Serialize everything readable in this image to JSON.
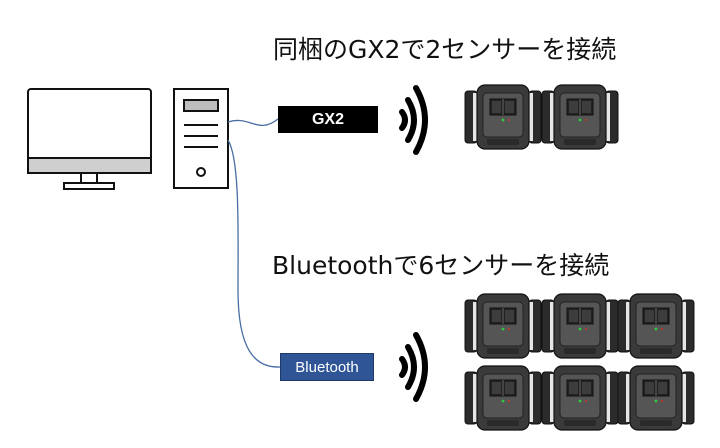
{
  "headings": {
    "gx2": "同梱のGX2で2センサーを接続",
    "bluetooth": "Bluetoothで6センサーを接続"
  },
  "dongles": {
    "gx2_label": "GX2",
    "bluetooth_label": "Bluetooth"
  },
  "icons": {
    "monitor": "monitor-icon",
    "pc_tower": "pc-tower-icon",
    "wireless": "wireless-signal-icon",
    "sensor": "sensor-device-icon"
  },
  "colors": {
    "bluetooth_dongle": "#2f5597",
    "gx2_dongle": "#000000",
    "cable": "#4a6fa5",
    "sensor_led": "#2ecc40"
  }
}
